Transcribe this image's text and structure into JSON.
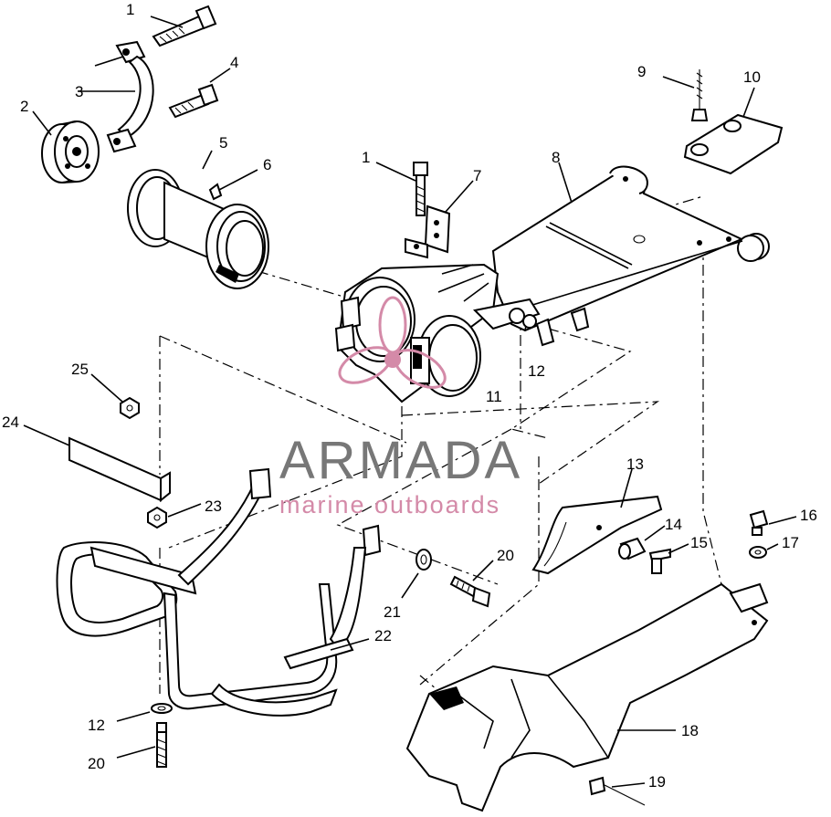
{
  "diagram": {
    "callouts": [
      {
        "id": "c1a",
        "text": "1"
      },
      {
        "id": "c2",
        "text": "2"
      },
      {
        "id": "c3",
        "text": "3"
      },
      {
        "id": "c4",
        "text": "4"
      },
      {
        "id": "c5",
        "text": "5"
      },
      {
        "id": "c6",
        "text": "6"
      },
      {
        "id": "c1b",
        "text": "1"
      },
      {
        "id": "c7",
        "text": "7"
      },
      {
        "id": "c8",
        "text": "8"
      },
      {
        "id": "c9",
        "text": "9"
      },
      {
        "id": "c10",
        "text": "10"
      },
      {
        "id": "c11",
        "text": "11"
      },
      {
        "id": "c12a",
        "text": "12"
      },
      {
        "id": "c13",
        "text": "13"
      },
      {
        "id": "c14",
        "text": "14"
      },
      {
        "id": "c15",
        "text": "15"
      },
      {
        "id": "c16",
        "text": "16"
      },
      {
        "id": "c17",
        "text": "17"
      },
      {
        "id": "c18",
        "text": "18"
      },
      {
        "id": "c19",
        "text": "19"
      },
      {
        "id": "c20a",
        "text": "20"
      },
      {
        "id": "c21",
        "text": "21"
      },
      {
        "id": "c22",
        "text": "22"
      },
      {
        "id": "c23",
        "text": "23"
      },
      {
        "id": "c24",
        "text": "24"
      },
      {
        "id": "c25",
        "text": "25"
      },
      {
        "id": "c12b",
        "text": "12"
      },
      {
        "id": "c20b",
        "text": "20"
      }
    ]
  },
  "watermark": {
    "brand": "ARMADA",
    "tagline": "marine outboards",
    "logo_color": "#d48aa8"
  }
}
